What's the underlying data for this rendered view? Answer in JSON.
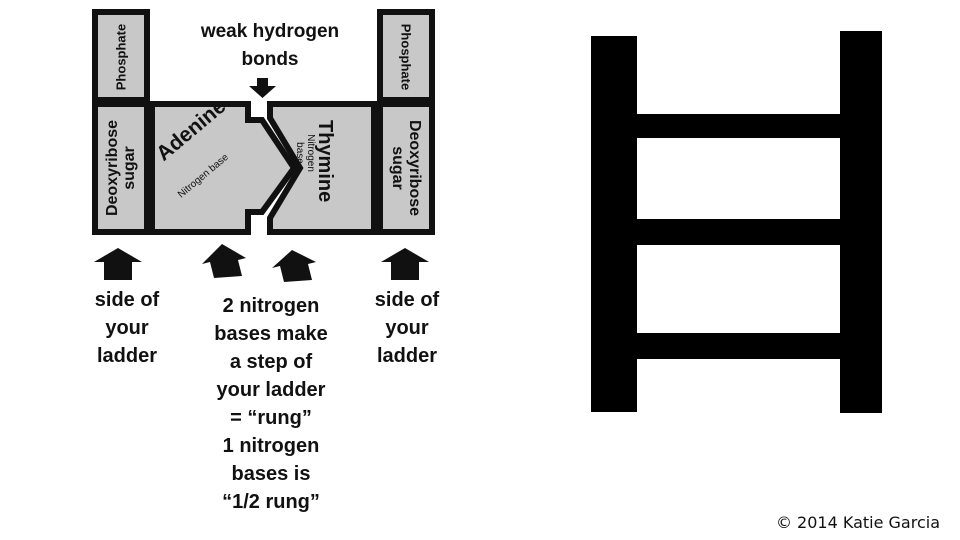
{
  "diagram": {
    "top_label": "weak hydrogen\nbonds",
    "phosphate_left": "Phosphate",
    "phosphate_right": "Phosphate",
    "sugar_left": "Deoxyribose\nsugar",
    "sugar_right": "Deoxyribose\nsugar",
    "adenine_title": "Adenine",
    "adenine_sub": "Nitrogen base",
    "thymine_title": "Thymine",
    "thymine_sub": "Nitrogen base",
    "left_caption": "side of\nyour\nladder",
    "right_caption": "side of\nyour\nladder",
    "center_caption": "2 nitrogen\nbases make\na step of\nyour ladder\n= “rung”\n1 nitrogen\nbases is\n“1/2 rung”"
  },
  "footer": {
    "copyright": "© 2014 Katie Garcia"
  },
  "colors": {
    "box_fill": "#c8c8c8",
    "outline": "#111111"
  }
}
